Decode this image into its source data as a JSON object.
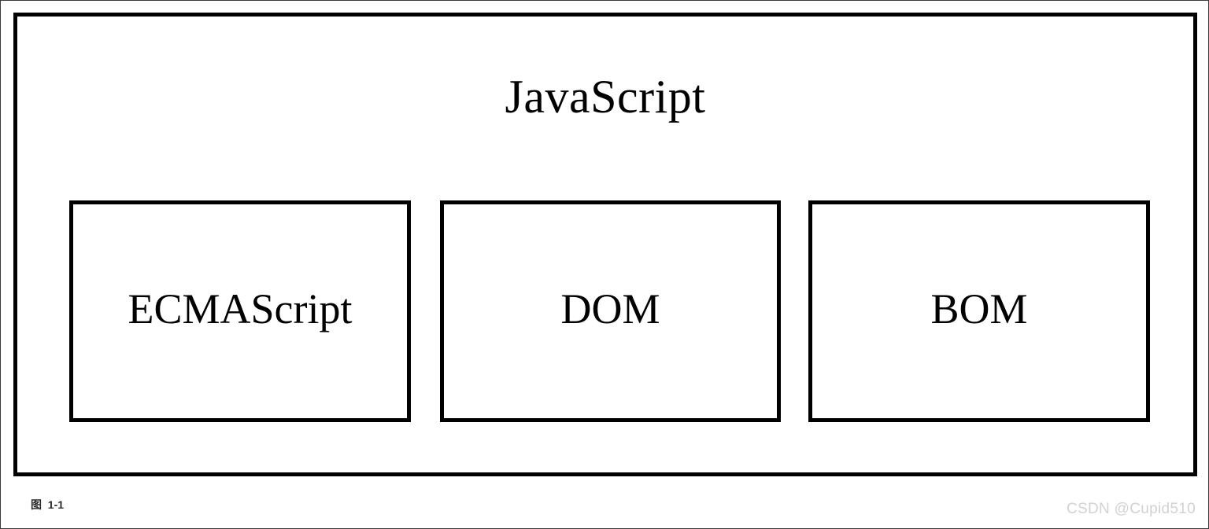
{
  "diagram": {
    "outer": {
      "label": "JavaScript",
      "name": "javascript-box"
    },
    "components": [
      {
        "label": "ECMAScript",
        "name": "ecmascript-box"
      },
      {
        "label": "DOM",
        "name": "dom-box"
      },
      {
        "label": "BOM",
        "name": "bom-box"
      }
    ]
  },
  "caption": {
    "text": "图  1-1"
  },
  "watermark": {
    "text": "CSDN @Cupid510"
  },
  "colors": {
    "stroke": "#000000",
    "background": "#ffffff",
    "page_border": "#3a3a3a",
    "caption_text": "#2b2b2b",
    "watermark_text": "#d2d2d2"
  },
  "chart_data": {
    "type": "diagram",
    "title": "JavaScript",
    "relationship": "containment",
    "parent": "JavaScript",
    "children": [
      "ECMAScript",
      "DOM",
      "BOM"
    ],
    "caption": "图  1-1"
  }
}
